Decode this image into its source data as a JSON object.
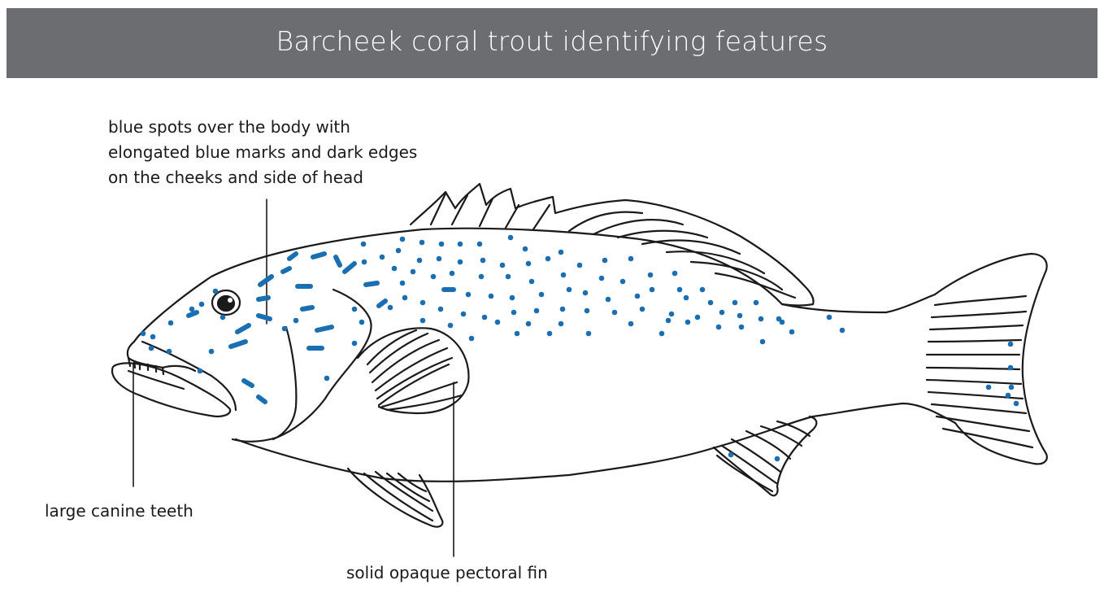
{
  "title": "Barcheek coral trout identifying features",
  "colors": {
    "header_background": "#6c6d70",
    "header_text": "#ffffff",
    "spot_blue": "#1a6fb3",
    "line": "#1a1a1a"
  },
  "annotations": {
    "spots": {
      "line1": "blue spots over the body with",
      "line2": "elongated blue marks and dark edges",
      "line3": "on the cheeks and side of head"
    },
    "teeth": "large canine teeth",
    "pectoral_fin": "solid opaque pectoral fin"
  }
}
